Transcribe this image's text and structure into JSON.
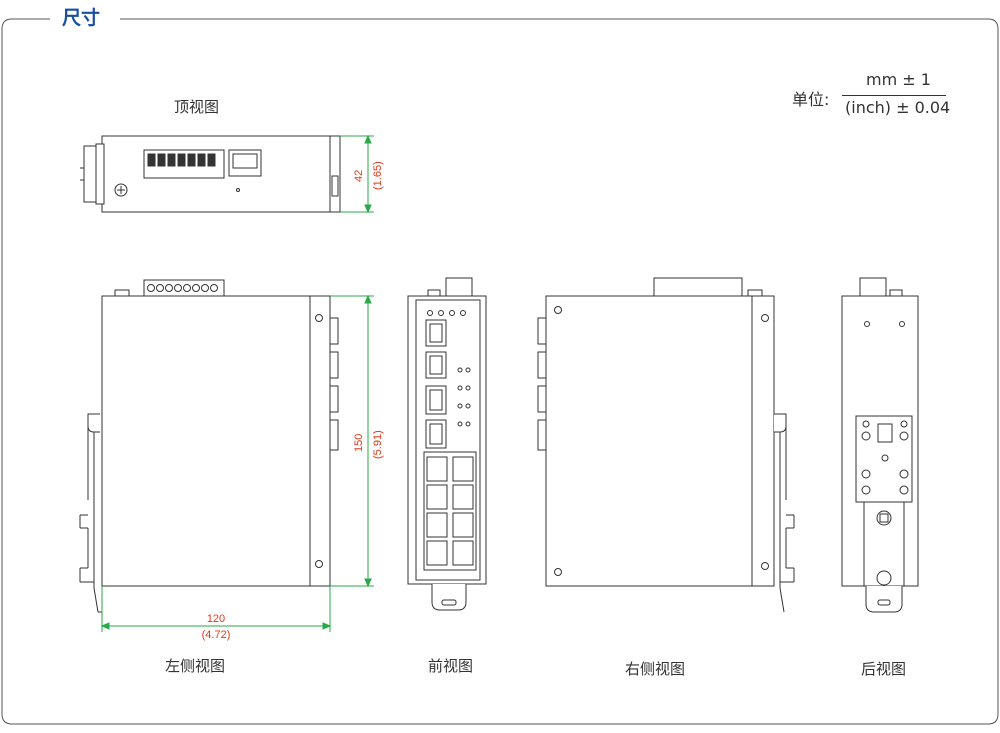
{
  "header": {
    "title": "尺寸"
  },
  "units": {
    "label": "单位:",
    "top": "mm ± 1",
    "bottom": "(inch) ± 0.04"
  },
  "views": {
    "top": "顶视图",
    "left": "左侧视图",
    "front": "前视图",
    "right": "右侧视图",
    "back": "后视图"
  },
  "dimensions": {
    "height_top": "42",
    "height_top_in": "(1.65)",
    "height_side": "150",
    "height_side_in": "(5.91)",
    "width_side": "120",
    "width_side_in": "(4.72)"
  },
  "colors": {
    "accent": "#1a4fa0",
    "dim_green": "#2aa84a",
    "dim_red": "#e03a1a"
  }
}
